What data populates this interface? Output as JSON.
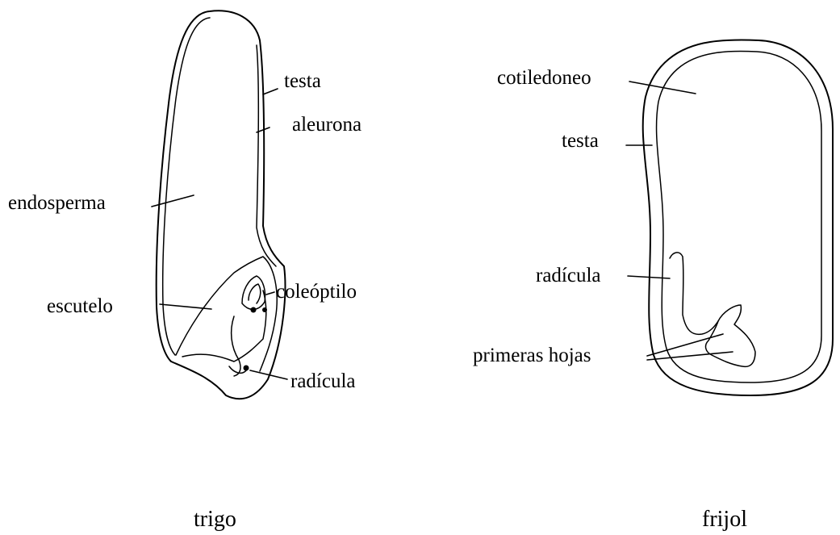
{
  "wheat": {
    "caption": "trigo",
    "labels": {
      "testa": "testa",
      "aleurona": "aleurona",
      "endosperma": "endosperma",
      "escutelo": "escutelo",
      "coleoptilo": "coleóptilo",
      "radicula": "radícula"
    }
  },
  "bean": {
    "caption": "frijol",
    "labels": {
      "cotiledoneo": "cotiledoneo",
      "testa": "testa",
      "radicula": "radícula",
      "primeras_hojas": "primeras hojas"
    }
  }
}
